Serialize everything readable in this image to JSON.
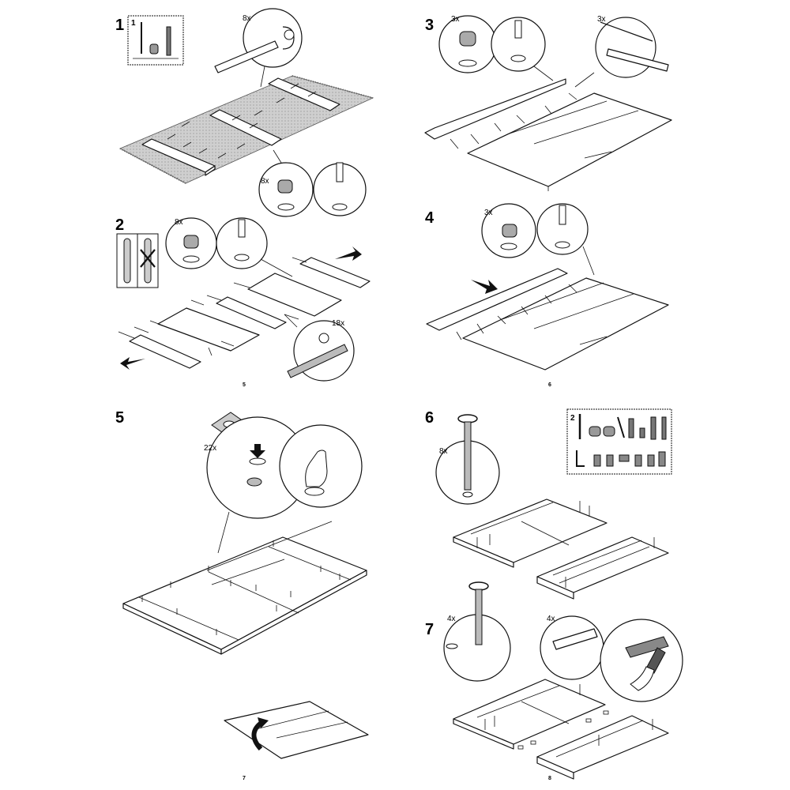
{
  "document": {
    "steps": [
      {
        "number": "1",
        "callouts": [
          "8x",
          "8x"
        ],
        "inset_label": "1"
      },
      {
        "number": "2",
        "callouts": [
          "8x",
          "18x"
        ]
      },
      {
        "number": "3",
        "callouts": [
          "3x",
          "3x"
        ]
      },
      {
        "number": "4",
        "callouts": [
          "3x"
        ]
      },
      {
        "number": "5",
        "callouts": [
          "22x"
        ]
      },
      {
        "number": "6",
        "callouts": [
          "8x"
        ],
        "inset_label": "2"
      },
      {
        "number": "7",
        "callouts": [
          "4x",
          "4x"
        ]
      }
    ],
    "page_numbers": [
      "5",
      "6",
      "7",
      "8"
    ]
  }
}
